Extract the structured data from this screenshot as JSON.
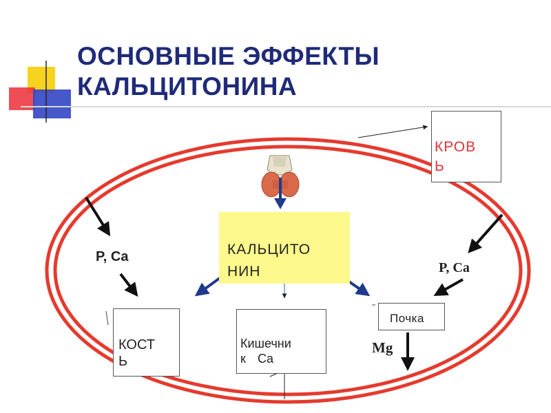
{
  "title": {
    "line1": "ОСНОВНЫЕ ЭФФЕКТЫ",
    "line2": "КАЛЬЦИТОНИНА"
  },
  "nodes": {
    "hormone": {
      "line1": "КАЛЬЦИТО",
      "line2": "НИН"
    },
    "blood": {
      "line1": "КРОВ",
      "line2": "Ь"
    },
    "bone": {
      "line1": "КОСТ",
      "line2": "Ь"
    },
    "intestine": {
      "line1": "Кишечни",
      "line2": "к",
      "ion": "Ca"
    },
    "kidney": {
      "label": "Почка"
    }
  },
  "ions": {
    "left": "P, Ca",
    "right": "P, Ca",
    "kidney_out": "Mg"
  },
  "icons": [
    "thyroid-gland-icon",
    "decorative-squares-icon"
  ],
  "colors": {
    "title": "#1f2a78",
    "ellipse": "#e53a2e",
    "hormone_box": "#fdf98c",
    "blue_arrows": "#1f3a8c",
    "blood_text": "#e0343b"
  }
}
